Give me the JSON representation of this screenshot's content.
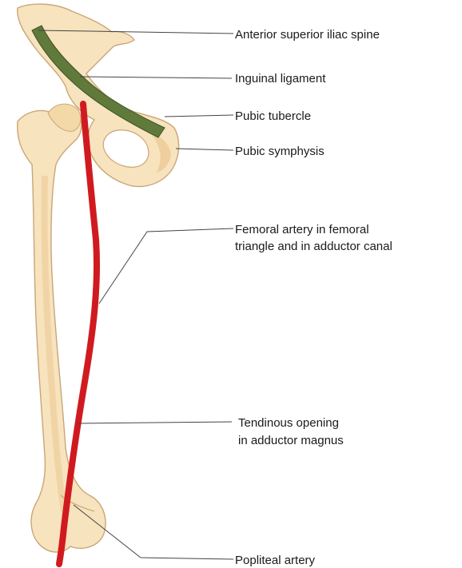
{
  "colors": {
    "bone_fill": "#f7e3bd",
    "bone_stroke": "#c9a678",
    "bone_shadow": "#ecc996",
    "ligament": "#5f7a3a",
    "artery": "#d11a1f",
    "leader": "#444444"
  },
  "labels": [
    {
      "id": "asis",
      "lines": [
        "Anterior superior iliac spine"
      ]
    },
    {
      "id": "inguinal",
      "lines": [
        "Inguinal ligament"
      ]
    },
    {
      "id": "pubic_tubercle",
      "lines": [
        "Pubic tubercle"
      ]
    },
    {
      "id": "pubic_symphysis",
      "lines": [
        "Pubic symphysis"
      ]
    },
    {
      "id": "femoral_artery",
      "lines": [
        "Femoral artery in femoral",
        "triangle and in adductor canal"
      ]
    },
    {
      "id": "tendinous_opening",
      "lines": [
        "Tendinous opening",
        "in adductor magnus"
      ]
    },
    {
      "id": "popliteal",
      "lines": [
        "Popliteal artery"
      ]
    }
  ]
}
